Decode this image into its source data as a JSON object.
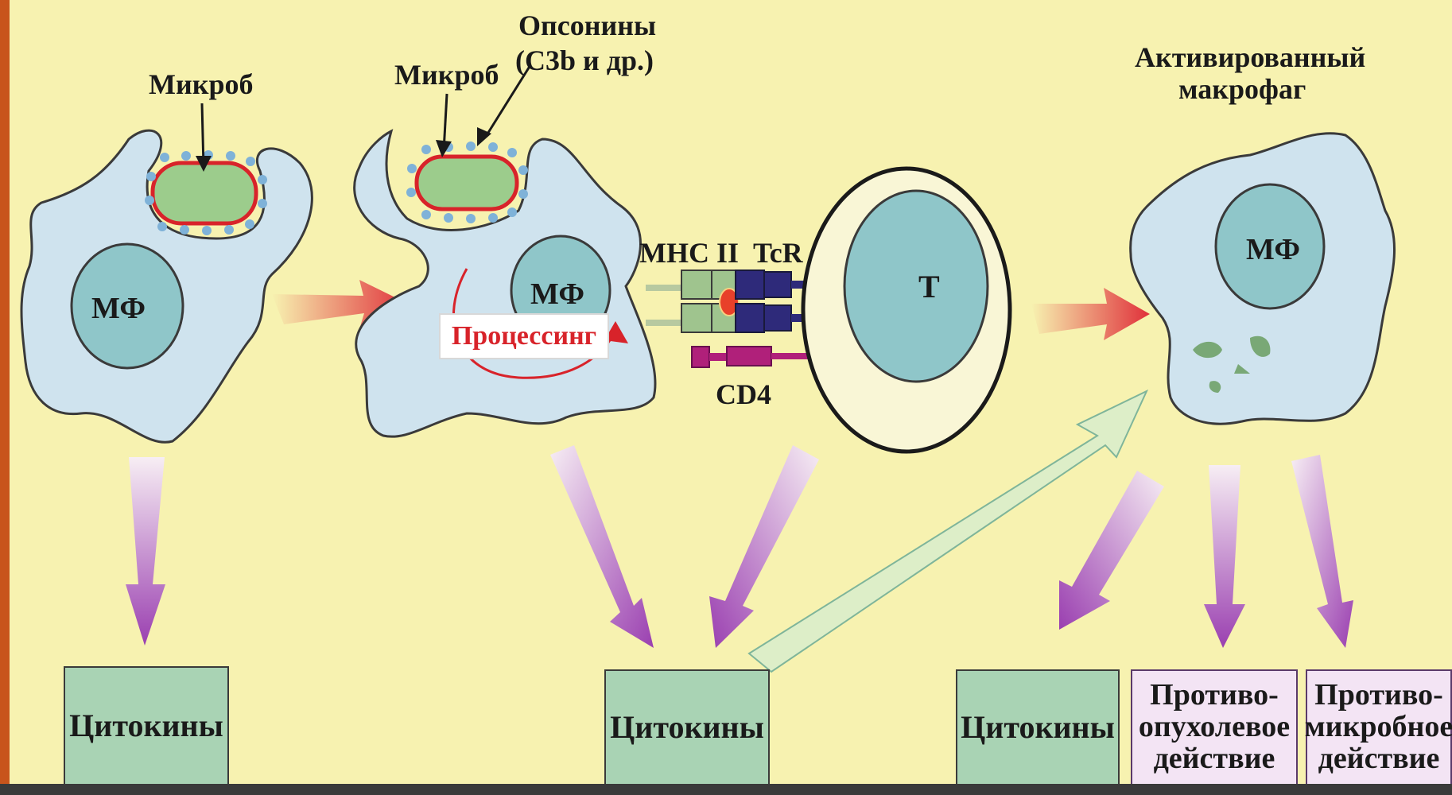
{
  "labels": {
    "microbe_1": "Микроб",
    "microbe_2": "Микроб",
    "opsonins_line1": "Опсонины",
    "opsonins_line2": "(С3b и др.)",
    "activated_line1": "Активированный",
    "activated_line2": "макрофаг",
    "mf_1": "МФ",
    "mf_2": "МФ",
    "mf_3": "МФ",
    "t_cell": "Т",
    "mhc": "MHC II",
    "tcr": "TcR",
    "cd4": "CD4",
    "processing": "Процессинг"
  },
  "boxes": {
    "cytokines_1": "Цитокины",
    "cytokines_2": "Цитокины",
    "cytokines_3": "Цитокины",
    "antitumor": "Противо-\nопухолевое\nдействие",
    "antimicrobial": "Противо-\nмикробное\nдействие"
  },
  "colors": {
    "background": "#f7f2b0",
    "frame": "#c8541c",
    "cell_fill": "#cfe3ee",
    "nucleus_fill": "#8fc6c9",
    "microbe_fill": "#9ccc8c",
    "microbe_border": "#d8232a",
    "opsonin_dot": "#7fb2d8",
    "arrow_red": "#e0303a",
    "arrow_purple": "#9a3fb0",
    "mhc_green": "#9fc48e",
    "tcr_navy": "#2e2a7a",
    "cd4_magenta": "#b0207a"
  }
}
